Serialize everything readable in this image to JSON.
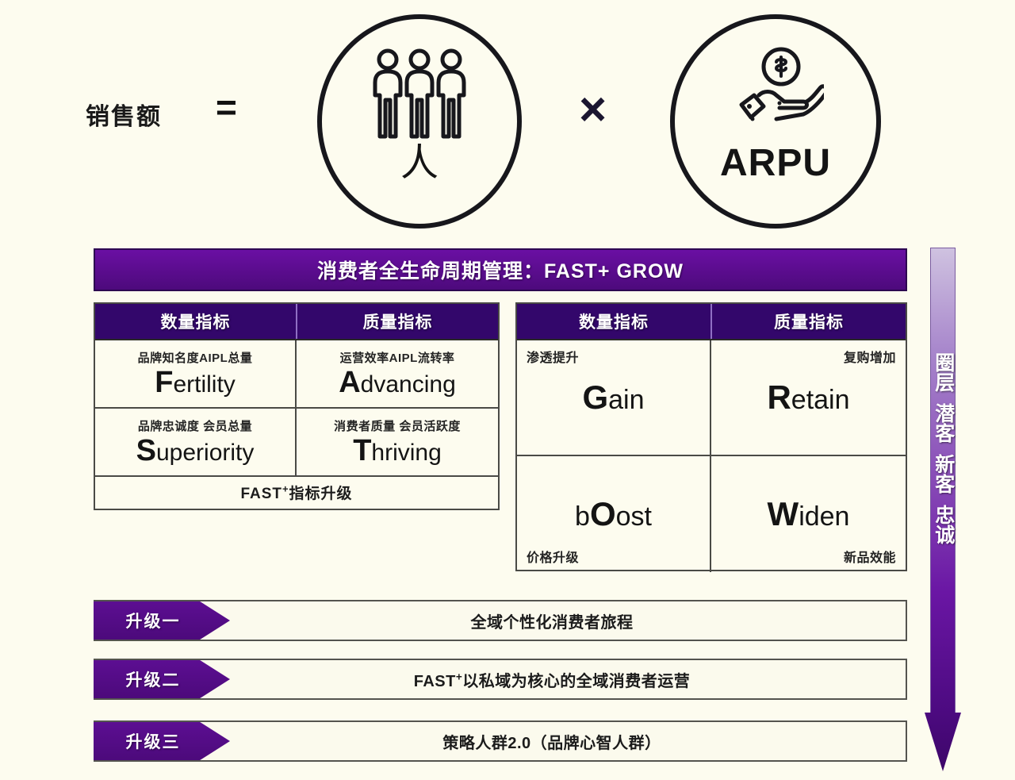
{
  "equation": {
    "sales_label": "销售额",
    "equals": "=",
    "times": "×",
    "people_term": "人",
    "arpu_term": "ARPU"
  },
  "lifecycle": {
    "banner_title": "消费者全生命周期管理：FAST+ GROW"
  },
  "fast_table": {
    "headers": [
      "数量指标",
      "质量指标"
    ],
    "cells": [
      {
        "sub": "品牌知名度AIPL总量",
        "cap": "F",
        "rest": "ertility"
      },
      {
        "sub": "运营效率AIPL流转率",
        "cap": "A",
        "rest": "dvancing"
      },
      {
        "sub": "品牌忠诚度 会员总量",
        "cap": "S",
        "rest": "uperiority"
      },
      {
        "sub": "消费者质量 会员活跃度",
        "cap": "T",
        "rest": "hriving"
      }
    ],
    "upgrade_label_pre": "FAST",
    "upgrade_label_sup": "+",
    "upgrade_label_post": "指标升级"
  },
  "grow_table": {
    "headers": [
      "数量指标",
      "质量指标"
    ],
    "cells": [
      {
        "corner": "tl",
        "label": "渗透提升",
        "cap": "G",
        "rest": "ain"
      },
      {
        "corner": "tr",
        "label": "复购增加",
        "cap": "R",
        "rest": "etain"
      },
      {
        "corner": "bl",
        "label": "价格升级",
        "pre": "b",
        "cap": "O",
        "rest": "ost"
      },
      {
        "corner": "br",
        "label": "新品效能",
        "cap": "W",
        "rest": "iden"
      }
    ]
  },
  "upgrades": [
    {
      "tag": "升级一",
      "text": "全域个性化消费者旅程"
    },
    {
      "tag": "升级二",
      "text_pre": "FAST",
      "text_sup": "+",
      "text_post": "以私域为核心的全域消费者运营"
    },
    {
      "tag": "升级三",
      "text": "策略人群2.0（品牌心智人群）"
    }
  ],
  "funnel": {
    "labels": [
      "圈层",
      "潜客",
      "新客",
      "忠诚"
    ]
  },
  "colors": {
    "background": "#fdfcef",
    "banner_purple": "#5d0d91",
    "header_purple": "#33076b",
    "chevron_purple": "#4c0a7b",
    "arrow_top": "#cfc2e0",
    "arrow_bottom": "#4c0a80",
    "ink": "#141414"
  }
}
